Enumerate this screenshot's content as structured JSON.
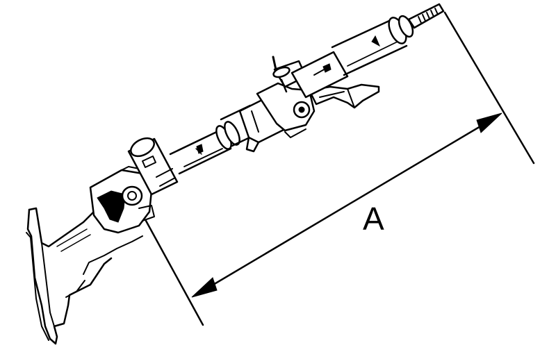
{
  "diagram": {
    "dimension_label": "A",
    "colors": {
      "ink": "#000000",
      "paper": "#ffffff"
    },
    "components": [
      "steering-column-shaft",
      "universal-joint",
      "lock-housing",
      "tilt-lever",
      "mounting-bracket",
      "splined-shaft-end"
    ]
  }
}
